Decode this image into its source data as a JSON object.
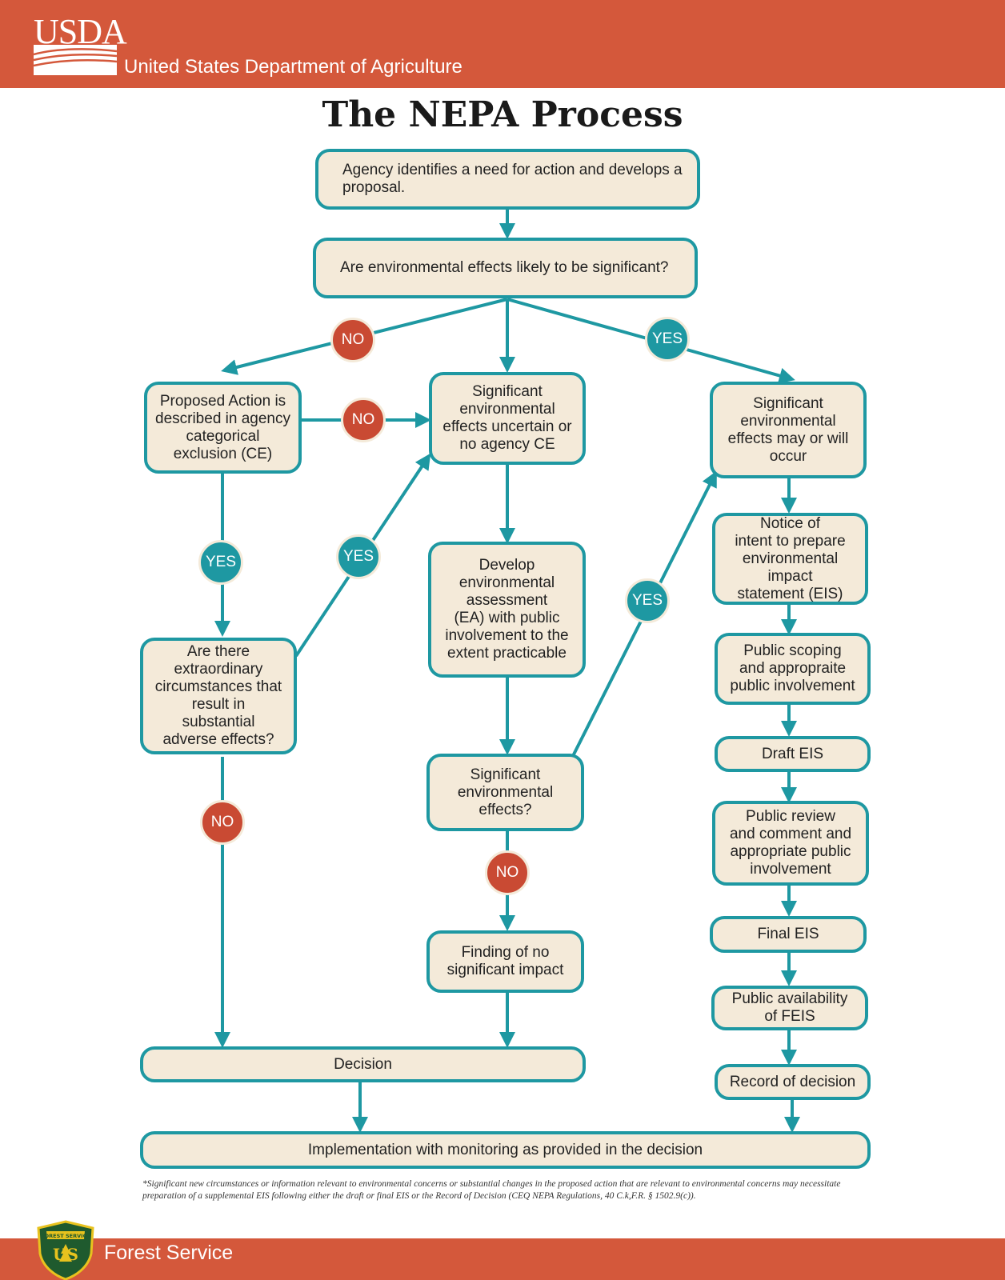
{
  "header": {
    "agency_abbr": "USDA",
    "agency_name": "United States Department of Agriculture"
  },
  "title": "The NEPA Process",
  "colors": {
    "brand": "#d4583b",
    "accent": "#1e98a2",
    "box_fill": "#f4ead9",
    "no_badge": "#c94a33",
    "yes_badge": "#1e98a2"
  },
  "nodes": {
    "need": "Agency identifies a need for action and develops a\nproposal.",
    "significant_q": "Are environmental effects likely to be significant?",
    "ce": "Proposed Action is\ndescribed in agency\ncategorical\nexclusion (CE)",
    "uncertain": "Significant\nenvironmental\neffects uncertain or\nno agency CE",
    "will_occur": "Significant\nenvironmental\neffects may or will\noccur",
    "extraordinary": "Are there\nextraordinary\ncircumstances that\nresult in\nsubstantial\nadverse effects?",
    "develop_ea": "Develop\nenvironmental\nassessment\n(EA) with public\ninvolvement to the\nextent practicable",
    "noi": "Notice of\nintent to prepare\nenvironmental impact\nstatement (EIS)",
    "scoping": "Public scoping\nand appropraite\npublic involvement",
    "draft_eis": "Draft EIS",
    "sig_effects_q": "Significant\nenvironmental\neffects?",
    "review": "Public review\nand comment and\nappropriate public\ninvolvement",
    "final_eis": "Final EIS",
    "fonsi": "Finding of no\nsignificant impact",
    "availability": "Public availability\nof FEIS",
    "decision": "Decision",
    "rod": "Record of decision",
    "implementation": "Implementation with monitoring as provided in the decision"
  },
  "badges": {
    "no": "NO",
    "yes": "YES"
  },
  "footnote": "*Significant new circumstances or information relevant to environmental concerns or substantial changes in the proposed action that are relevant to environmental concerns may necessitate preparation of a supplemental EIS following either the draft or final EIS or the Record of Decision (CEQ NEPA Regulations, 40 C.k,F.R. § 1502.9(c)).",
  "footer": {
    "logo_text": "FOREST SERVICE",
    "logo_letters": "US",
    "name": "Forest Service"
  }
}
